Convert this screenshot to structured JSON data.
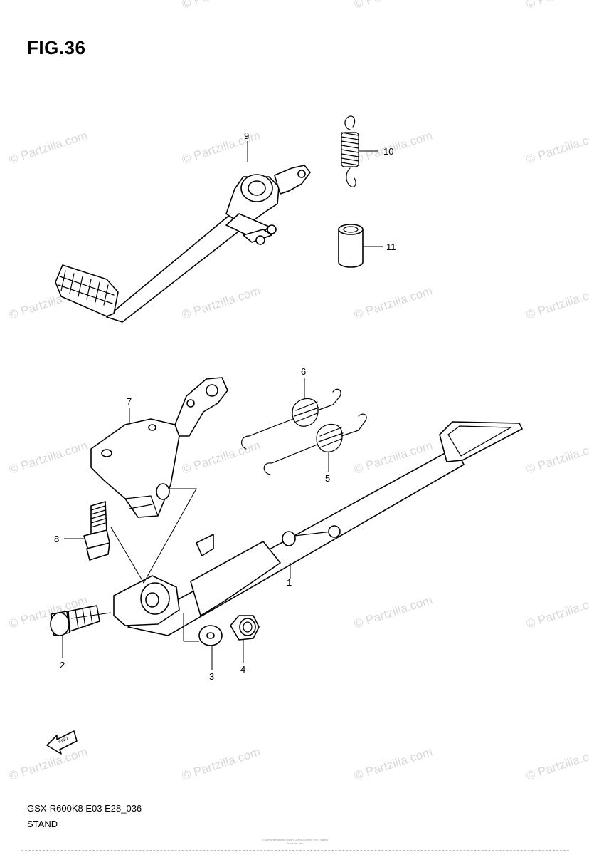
{
  "figure_title": "FIG.36",
  "model_code": "GSX-R600K8 E03 E28_036",
  "section_name": "STAND",
  "watermark_text": "© Partzilla.com",
  "fwd_label": "FWD",
  "copyright_note": "Copyright\nPartzilla.com © 2004-2019 by SRH Sanity Products, Inc.",
  "callouts": [
    "1",
    "2",
    "3",
    "4",
    "5",
    "6",
    "7",
    "8",
    "9",
    "10",
    "11"
  ],
  "colors": {
    "line": "#000000",
    "watermark": "#d8d8d8",
    "background": "#ffffff"
  }
}
